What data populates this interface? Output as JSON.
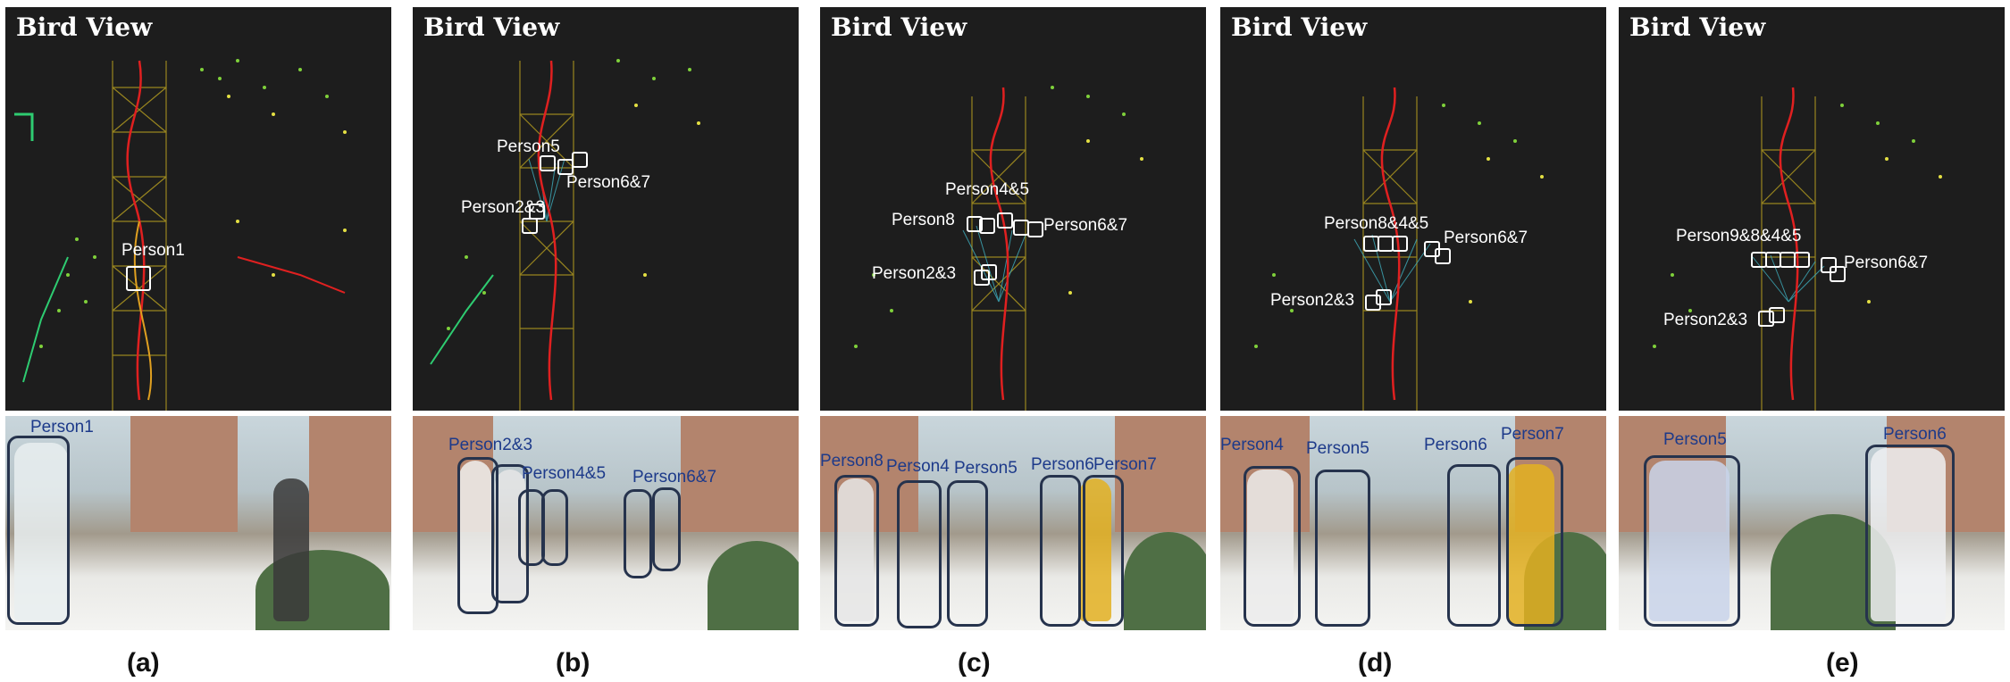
{
  "bird_view_title": "Bird View",
  "panels": [
    {
      "id": "a",
      "caption": "(a)",
      "bird_labels": [
        "Person1"
      ],
      "cam_labels": [
        "Person1"
      ]
    },
    {
      "id": "b",
      "caption": "(b)",
      "bird_labels": [
        "Person5",
        "Person2&3",
        "Person6&7"
      ],
      "cam_labels": [
        "Person2&3",
        "Person4&5",
        "Person6&7"
      ]
    },
    {
      "id": "c",
      "caption": "(c)",
      "bird_labels": [
        "Person4&5",
        "Person8",
        "Person6&7",
        "Person2&3"
      ],
      "cam_labels": [
        "Person8",
        "Person4",
        "Person5",
        "Person6",
        "Person7"
      ]
    },
    {
      "id": "d",
      "caption": "(d)",
      "bird_labels": [
        "Person8&4&5",
        "Person6&7",
        "Person2&3"
      ],
      "cam_labels": [
        "Person4",
        "Person5",
        "Person6",
        "Person7"
      ]
    },
    {
      "id": "e",
      "caption": "(e)",
      "bird_labels": [
        "Person9&8&4&5",
        "Person6&7",
        "Person2&3"
      ],
      "cam_labels": [
        "Person5",
        "Person6"
      ]
    }
  ],
  "colors": {
    "bird_bg": "#1d1d1d",
    "grid": "#b8a020",
    "point_green": "#7fd13b",
    "point_yellow": "#e4e043",
    "track_red": "#e02020",
    "box_navy": "#26334d",
    "cam_label": "#1d3a8a"
  }
}
